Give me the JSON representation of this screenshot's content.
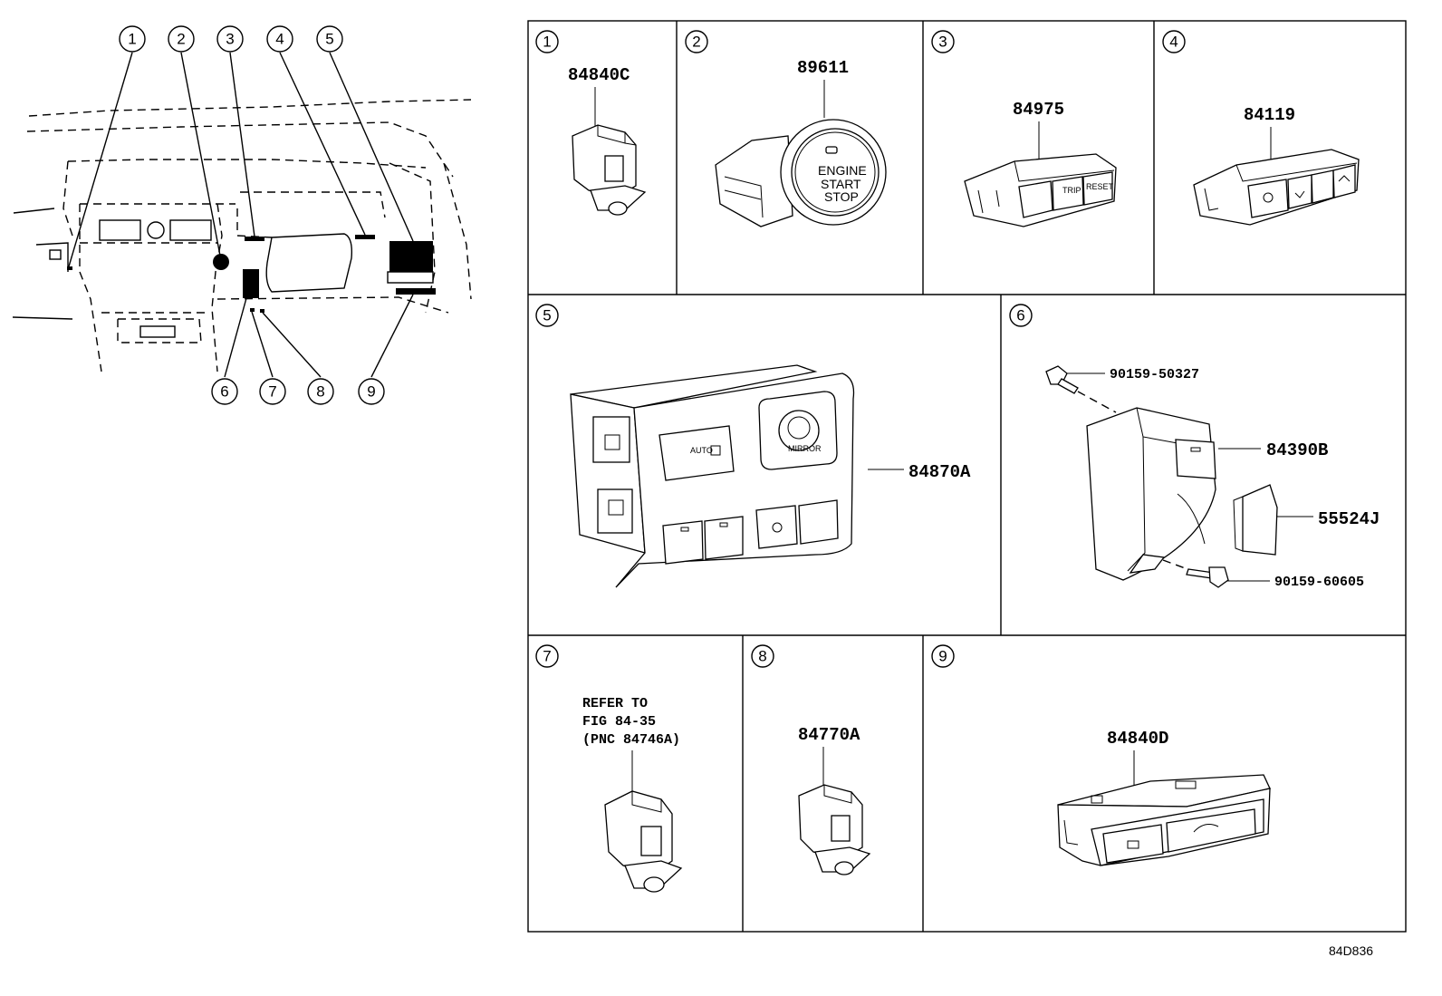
{
  "overview": {
    "callouts": [
      "1",
      "2",
      "3",
      "4",
      "5",
      "6",
      "7",
      "8",
      "9"
    ]
  },
  "panels": [
    {
      "num": "1",
      "parts": [
        "84840C"
      ]
    },
    {
      "num": "2",
      "parts": [
        "89611"
      ]
    },
    {
      "num": "3",
      "parts": [
        "84975"
      ]
    },
    {
      "num": "4",
      "parts": [
        "84119"
      ]
    },
    {
      "num": "5",
      "parts": [
        "84870A"
      ]
    },
    {
      "num": "6",
      "parts": [
        "90159-50327",
        "84390B",
        "55524J",
        "90159-60605"
      ]
    },
    {
      "num": "7",
      "note": [
        "REFER TO",
        "FIG 84-35",
        "(PNC 84746A)"
      ]
    },
    {
      "num": "8",
      "parts": [
        "84770A"
      ]
    },
    {
      "num": "9",
      "parts": [
        "84840D"
      ]
    }
  ],
  "switch_text": {
    "engine": "ENGINE",
    "start": "START",
    "stop": "STOP",
    "trip": "TRIP",
    "reset": "RESET",
    "auto": "AUTO",
    "mirror": "MIRROR"
  },
  "reference_code": "84D836"
}
